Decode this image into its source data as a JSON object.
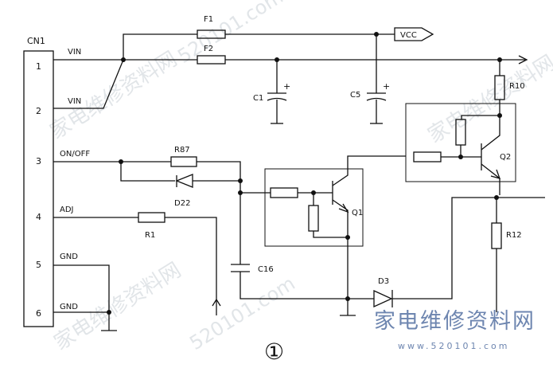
{
  "connector": {
    "name": "CN1",
    "pins": [
      {
        "num": "1",
        "net": "VIN"
      },
      {
        "num": "2",
        "net": "VIN"
      },
      {
        "num": "3",
        "net": "ON/OFF"
      },
      {
        "num": "4",
        "net": "ADJ"
      },
      {
        "num": "5",
        "net": "GND"
      },
      {
        "num": "6",
        "net": "GND"
      }
    ]
  },
  "components": {
    "f1": "F1",
    "f2": "F2",
    "c1": "C1",
    "c5": "C5",
    "r10": "R10",
    "r87": "R87",
    "d22": "D22",
    "r1": "R1",
    "c16": "C16",
    "q1": "Q1",
    "q2": "Q2",
    "r12": "R12",
    "d3": "D3",
    "vcc": "VCC"
  },
  "figure_number": "①",
  "watermarks": {
    "brand_cn": "家电维修资料网",
    "url": "520101.com",
    "url_small": "www.520101.com"
  }
}
